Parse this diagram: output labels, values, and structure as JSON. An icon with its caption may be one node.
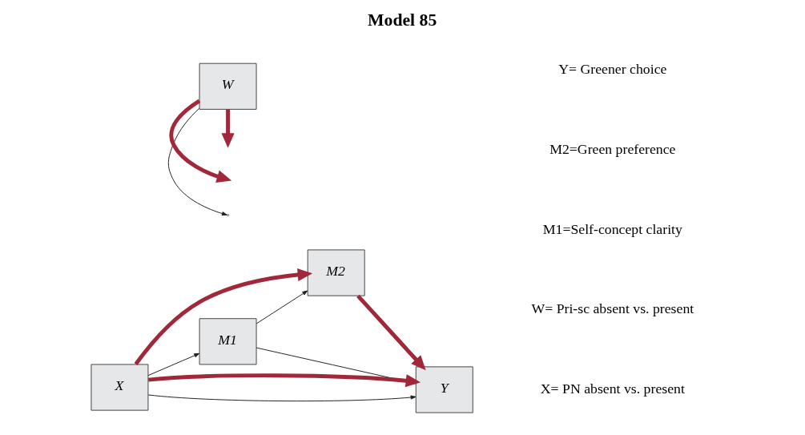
{
  "diagram": {
    "title": "Model 85",
    "nodes": [
      {
        "text": [
          "M1"
        ]
      },
      {
        "text": [
          "M2"
        ]
      },
      {
        "text": [
          "X"
        ]
      },
      {
        "text": [
          "Y"
        ]
      },
      {
        "text": [
          "W"
        ]
      }
    ],
    "edges": [
      {
        "from": 2,
        "to": 0,
        "arrow": "to"
      },
      {
        "from": 0,
        "to": 1,
        "arrow": "to"
      },
      {
        "from": 0,
        "to": 3,
        "arrow": "to"
      },
      {
        "from": 2,
        "to": 3,
        "arrow": "to"
      },
      {
        "from": 4,
        "to": null,
        "arrow": "to"
      },
      {
        "from": 2,
        "to": 1,
        "arrow": "to",
        "style": "thick",
        "color": "#a0283a"
      },
      {
        "from": 1,
        "to": 3,
        "arrow": "to",
        "style": "thick",
        "color": "#a0283a"
      },
      {
        "from": 2,
        "to": 3,
        "arrow": "to",
        "style": "thick",
        "color": "#a0283a"
      },
      {
        "from": 4,
        "to": null,
        "arrow": "to",
        "style": "thick",
        "color": "#a0283a"
      },
      {
        "from": 4,
        "to": null,
        "arrow": "to",
        "style": "thick",
        "color": "#a0283a"
      }
    ],
    "labels": [
      "X= PN absent vs. present",
      "W= Pri-sc absent vs. present",
      "M1=Self-concept clarity",
      "M2=Green preference",
      "Y= Greener choice"
    ]
  }
}
